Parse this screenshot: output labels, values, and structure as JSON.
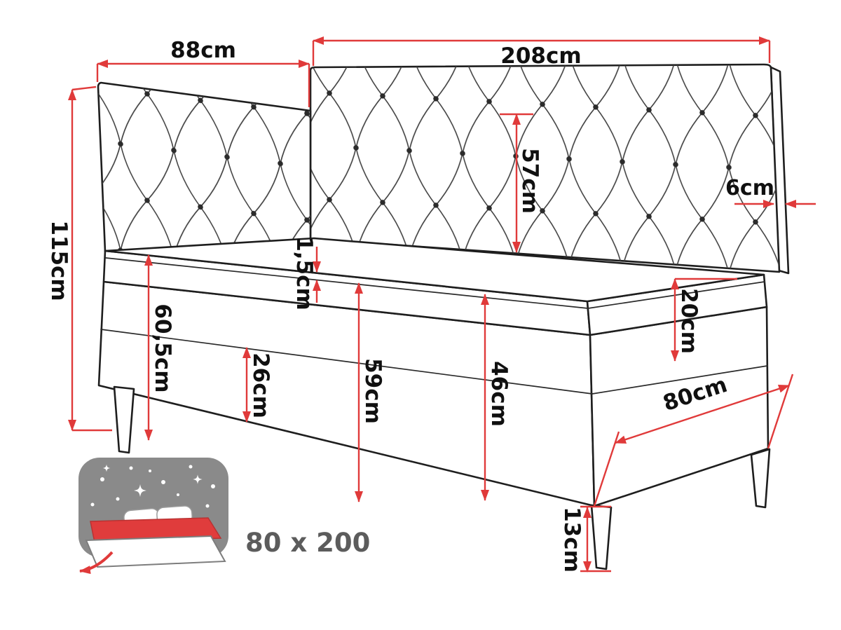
{
  "diagram": {
    "subject": "corner-boxspring-bed-dimension-drawing",
    "unit": "cm",
    "colors": {
      "dimension_red": "#e03a3a",
      "outline_black": "#1e1e1e",
      "label_black": "#101010",
      "badge_gray": "#8a8a8a",
      "badge_red": "#e03c3c",
      "badge_text_gray": "#5c5c5c"
    },
    "labels": {
      "side_width": "88cm",
      "back_width": "208cm",
      "total_height": "115cm",
      "headboard_height": "57cm",
      "panel_thickness": "6cm",
      "topper_thickness": "1,5cm",
      "mattress_height": "20cm",
      "floor_to_sleep_surface": "60,5cm",
      "drawer_box_height": "26cm",
      "base_total_height": "59cm",
      "corpus_height": "46cm",
      "bed_width": "80cm",
      "leg_height": "13cm"
    },
    "badge": {
      "size_label": "80 x 200"
    }
  }
}
